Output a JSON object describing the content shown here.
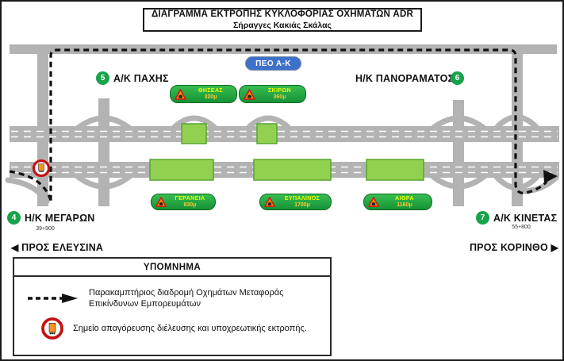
{
  "title": {
    "line1": "ΔΙΑΓΡΑΜΜΑ ΕΚΤΡΟΠΗΣ ΚΥΚΛΟΦΟΡΙΑΣ ΟΧΗΜΑΤΩΝ ADR",
    "line2": "Σήραγγες Κακιάς Σκάλας"
  },
  "peo_badge_label": "ΠΕΟ Α-Κ",
  "interchanges": {
    "pachi": {
      "number": "5",
      "label": "Α/Κ ΠΑΧΗΣ"
    },
    "panorama": {
      "number": "6",
      "label": "Η/Κ ΠΑΝΟΡΑΜΑΤΟΣ"
    },
    "megara": {
      "number": "4",
      "label": "Η/Κ ΜΕΓΑΡΩΝ",
      "chainage": "39+900"
    },
    "kineta": {
      "number": "7",
      "label": "Α/Κ ΚΙΝΕΤΑΣ",
      "chainage": "55+800"
    }
  },
  "tunnels": {
    "upper": [
      {
        "name": "ΘΗΣΕΑΣ",
        "length": "320μ"
      },
      {
        "name": "ΣΚΙΡΩΝ",
        "length": "360μ"
      }
    ],
    "lower": [
      {
        "name": "ΓΕΡΑΝΕΙΑ",
        "length": "930μ"
      },
      {
        "name": "ΕΥΠΑΛΙΝΟΣ",
        "length": "1700μ"
      },
      {
        "name": "ΑΙΘΡΑ",
        "length": "1160μ"
      }
    ]
  },
  "directions": {
    "left_arrow": "◀",
    "left": "ΠΡΟΣ ΕΛΕΥΣΙΝΑ",
    "right": "ΠΡΟΣ ΚΟΡΙΝΘΟ",
    "right_arrow": "▶"
  },
  "legend": {
    "header": "ΥΠΟΜΝΗΜΑ",
    "route_line1": "Παρακαμπτήριος διαδρομή  Οχημάτων Μεταφοράς",
    "route_line2": "Επικίνδυνων Εμπορευμάτων",
    "sign_text": "Σημείο απαγόρευσης διέλευσης και υποχρεωτικής εκτροπής."
  },
  "colors": {
    "road_gray": "#b3b3b3",
    "tunnel_fill": "#92d14f",
    "tunnel_border": "#57a430",
    "badge_green": "#1ea03c",
    "circle_green": "#17a349",
    "peo_blue": "#3e71c9",
    "route_black": "#111111",
    "sign_red": "#c41212",
    "sign_orange": "#f7941d"
  }
}
